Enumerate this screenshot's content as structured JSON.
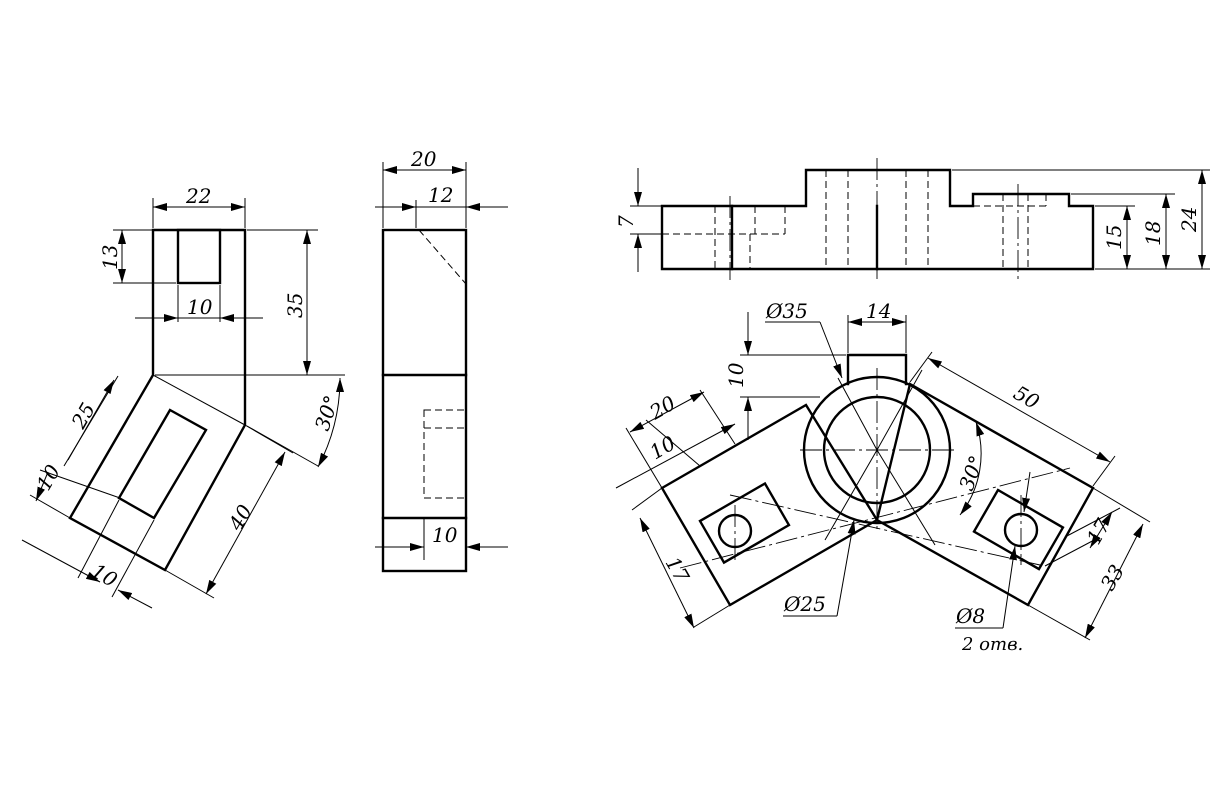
{
  "dimensions": {
    "v1_width": "22",
    "v1_slot_depth": "13",
    "v1_slot_width": "10",
    "v1_height": "35",
    "v1_angle": "30°",
    "v1_arm_len": "25",
    "v1_arm_off": "10",
    "v1_arm_slot": "10",
    "v1_arm_total": "40",
    "v2_width": "20",
    "v2_inner": "12",
    "v2_bottom": "10",
    "v3_left_h": "7",
    "v3_h15": "15",
    "v3_h18": "18",
    "v3_h24": "24",
    "v4_hub_d": "Ø35",
    "v4_slot": "14",
    "v4_neck": "10",
    "v4_arm_left_w": "20",
    "v4_arm_left_hole": "10",
    "v4_arm_left_len": "17",
    "v4_arm_right": "50",
    "v4_angle": "30°",
    "v4_bore_d": "Ø25",
    "v4_hole_d": "Ø8",
    "v4_hole_count": "2 отв.",
    "v4_right_17": "17",
    "v4_right_33": "33"
  }
}
